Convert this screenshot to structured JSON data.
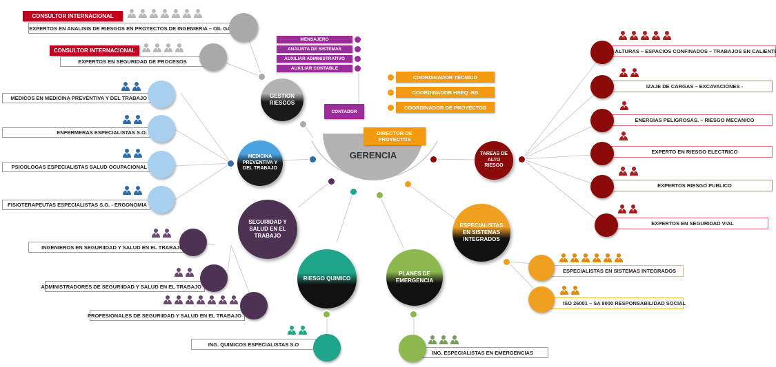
{
  "center": {
    "title": "GERENCIA",
    "color": "#b3b3b3"
  },
  "top_labels": {
    "contador": "CONTADOR",
    "director": "DIRECTOR DE PROYECTOS",
    "support_staff": [
      "MENSAJERO",
      "ANALISTA DE SISTEMAS",
      "AUXILIAR ADMINISTRATIVO",
      "AUXILIAR CONTABLE"
    ],
    "coordinators": [
      "COORDINADOR TECNICO",
      "COORDINADOR HSEQ -RS",
      "COORDINADOR DE PROYECTOS"
    ]
  },
  "hubs": {
    "gestion": "GESTION RIESGOS",
    "medicina": "MEDICINA PREVENTIVA Y DEL TRABAJO",
    "seguridad": "SEGURIDAD Y SALUD EN EL TRABAJO",
    "quimico": "RIESGO QUIMICO",
    "planes": "PLANES DE EMERGENCIA",
    "integrados": "ESPECIALISTAS EN SISTEMAS INTEGRADOS",
    "alto": "TAREAS DE ALTO RIESGO"
  },
  "gestion_items": [
    {
      "badge": "CONSULTOR INTERNACIONAL",
      "label": "EXPERTOS EN ANALISIS DE RIESGOS EN PROYECTOS DE INGENIERIA – OIL GAS",
      "people": 7
    },
    {
      "badge": "CONSULTOR INTERNACIONAL",
      "label": "EXPERTOS EN SEGURIDAD DE PROCESOS",
      "people": 4
    }
  ],
  "medicina_items": [
    {
      "label": "MEDICOS EN MEDICINA PREVENTIVA Y DEL TRABAJO",
      "people": 2
    },
    {
      "label": "ENFERMERAS ESPECIALISTAS S.O.",
      "people": 2
    },
    {
      "label": "PSICOLOGAS  ESPECIALISTAS  SALUD OCUPACIONAL",
      "people": 2
    },
    {
      "label": "FISIOTERAPEUTAS  ESPECIALISTAS S.O. -  ERGONOMIA",
      "people": 2
    }
  ],
  "seguridad_items": [
    {
      "label": "INGENIEROS  EN SEGURIIDAD Y SALUD EN EL TRABAJO",
      "people": 2
    },
    {
      "label": "ADMINISTRADORES  DE SEGURIIDAD Y SALUD EN EL TRABAJO",
      "people": 2
    },
    {
      "label": "PROFESIONALES DE SEGURIIDAD Y SALUD EN EL TRABAJO",
      "people": 7
    }
  ],
  "quimico_items": [
    {
      "label": "ING. QUIMICOS ESPECIALISTAS S.O",
      "people": 2
    }
  ],
  "planes_items": [
    {
      "label": "ING. ESPECIALISTAS EN EMERGENCIAS",
      "people": 3
    }
  ],
  "integrados_items": [
    {
      "label": "ESPECIALISTAS EN SISTEMAS INTEGRADOS",
      "people": 6
    },
    {
      "label": "ISO 26001 – SA 8000 RESPONSABILIDAD SOCIAL",
      "people": 2
    }
  ],
  "alto_items": [
    {
      "label": "ALTURAS – ESPACIOS CONFINADOS – TRABAJOS EN CALIENTE",
      "people": 5
    },
    {
      "label": "IZAJE DE CARGAS – EXCAVACIONES -",
      "people": 2
    },
    {
      "label": "ENERGIAS PELIGROSAS. – RIESGO MECANICO",
      "people": 1
    },
    {
      "label": "EXPERTO EN RIESGO ELECTRICO",
      "people": 1
    },
    {
      "label": "EXPERTOS RIESGO PUBLICO",
      "people": 2
    },
    {
      "label": "EXPERTOS EN  SEGURIDAD VIAL",
      "people": 2
    }
  ],
  "colors": {
    "gray": "#a9a9a9",
    "blue": "#a9cfee",
    "blue_dark": "#2e6da4",
    "purple_dark": "#4d3254",
    "teal": "#1ea58a",
    "green": "#8db84e",
    "orange": "#f0a020",
    "red": "#8b0a0a",
    "magenta": "#9b2d9a"
  }
}
